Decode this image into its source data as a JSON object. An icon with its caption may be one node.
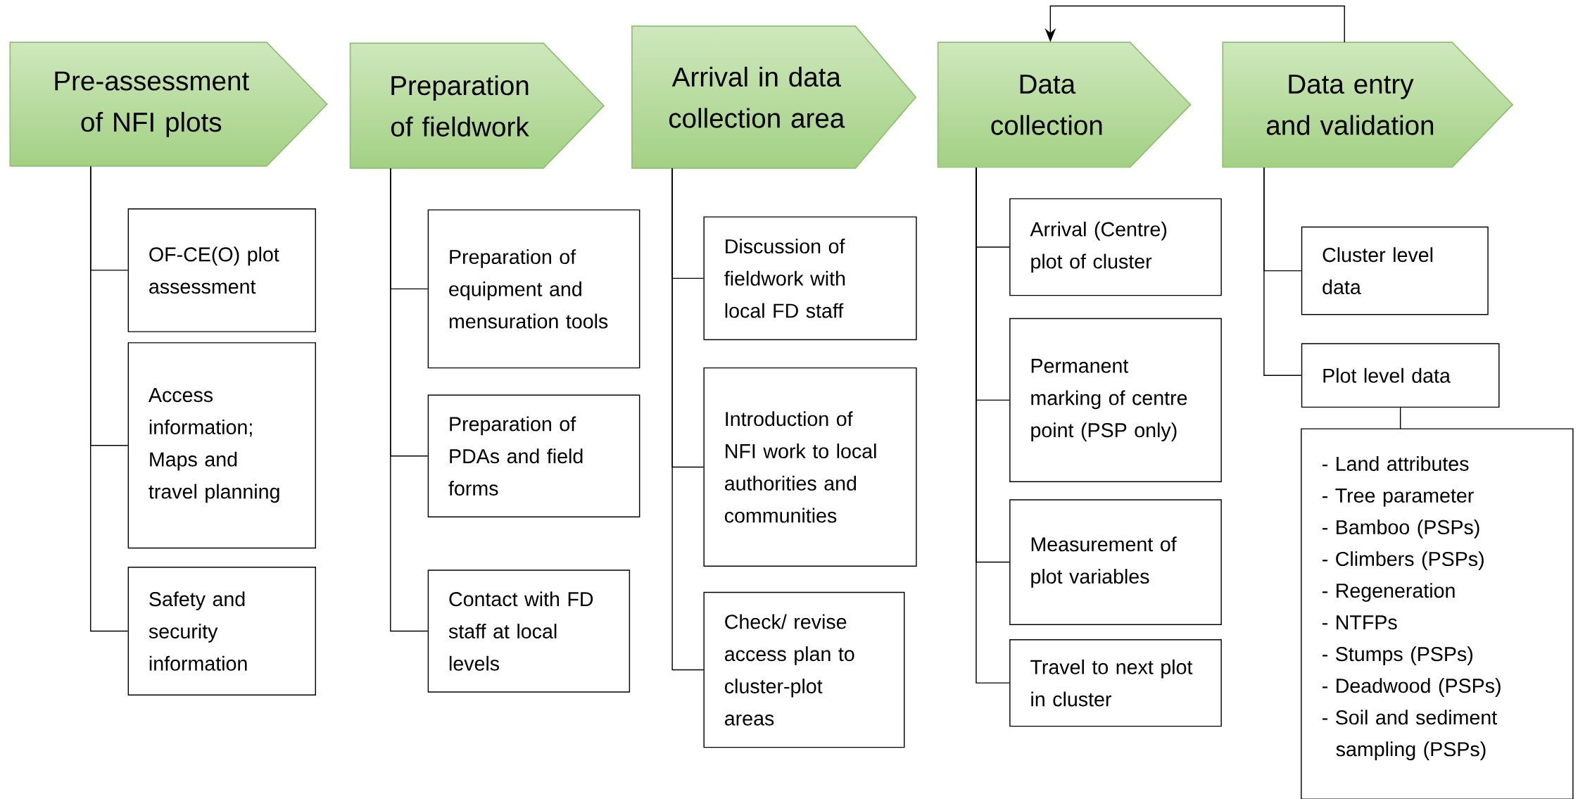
{
  "diagram": {
    "nodes": [
      {
        "text": [
          "Pre-assessment of NFI plots"
        ]
      },
      {
        "text": [
          "Preparation of fieldwork"
        ]
      },
      {
        "text": [
          "Arrival in data collection area"
        ]
      },
      {
        "text": [
          "Data collection"
        ]
      },
      {
        "text": [
          "Data entry and validation"
        ]
      },
      {
        "text": [
          "OF-CE(O) plot assessment"
        ]
      },
      {
        "text": [
          "Access information; Maps and travel planning"
        ]
      },
      {
        "text": [
          "Safety and security information"
        ]
      },
      {
        "text": [
          "Preparation of equipment and mensuration tools"
        ]
      },
      {
        "text": [
          "Preparation of PDAs and field forms"
        ]
      },
      {
        "text": [
          "Contact with FD staff at local levels"
        ]
      },
      {
        "text": [
          "Discussion of fieldwork with local FD staff"
        ]
      },
      {
        "text": [
          "Introduction of NFI work to local authorities and communities"
        ]
      },
      {
        "text": [
          "Check/ revise access plan to cluster-plot areas"
        ]
      },
      {
        "text": [
          "Arrival (Centre) plot of cluster"
        ]
      },
      {
        "text": [
          "Permanent marking of centre point (PSP only)"
        ]
      },
      {
        "text": [
          "Measurement of plot variables"
        ]
      },
      {
        "text": [
          "Travel to next plot in cluster"
        ]
      },
      {
        "text": [
          "Cluster level data"
        ]
      },
      {
        "text": [
          "Plot level data"
        ]
      },
      {
        "text": [
          "- Land attributes",
          "- Tree parameter",
          "- Bamboo (PSPs)",
          "- Climbers (PSPs)",
          "- Regeneration",
          "- NTFPs",
          "- Stumps (PSPs)",
          "- Deadwood (PSPs)",
          "- Soil and sediment sampling (PSPs)"
        ]
      }
    ],
    "edges": [
      {
        "from": 0,
        "to": 5,
        "arrow": "none"
      },
      {
        "from": 0,
        "to": 6,
        "arrow": "none"
      },
      {
        "from": 0,
        "to": 7,
        "arrow": "none"
      },
      {
        "from": 1,
        "to": 8,
        "arrow": "none"
      },
      {
        "from": 1,
        "to": 9,
        "arrow": "none"
      },
      {
        "from": 1,
        "to": 10,
        "arrow": "none"
      },
      {
        "from": 2,
        "to": 11,
        "arrow": "none"
      },
      {
        "from": 2,
        "to": 12,
        "arrow": "none"
      },
      {
        "from": 2,
        "to": 13,
        "arrow": "none"
      },
      {
        "from": 3,
        "to": 14,
        "arrow": "none"
      },
      {
        "from": 3,
        "to": 15,
        "arrow": "none"
      },
      {
        "from": 3,
        "to": 16,
        "arrow": "none"
      },
      {
        "from": 3,
        "to": 17,
        "arrow": "none"
      },
      {
        "from": 4,
        "to": 18,
        "arrow": "none"
      },
      {
        "from": 4,
        "to": 19,
        "arrow": "none"
      },
      {
        "from": 19,
        "to": 20,
        "arrow": "none"
      },
      {
        "from": 4,
        "to": 3,
        "arrow": "to"
      }
    ]
  }
}
